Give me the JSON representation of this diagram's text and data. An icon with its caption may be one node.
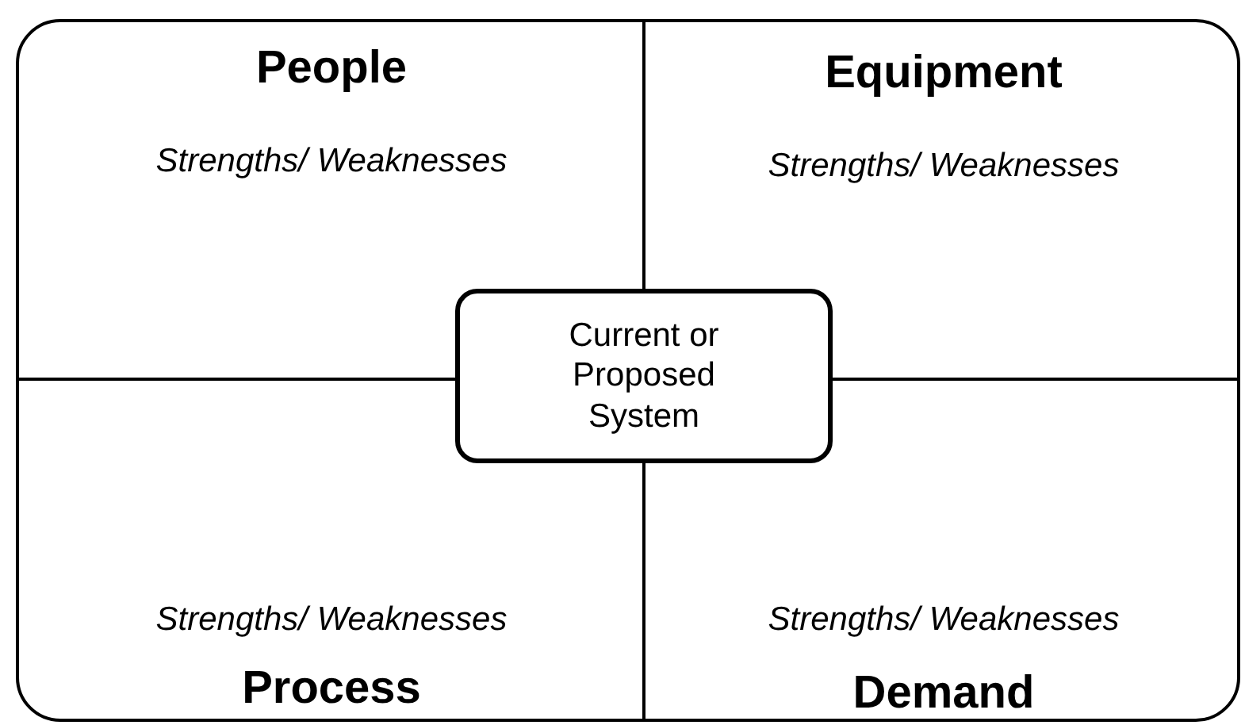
{
  "diagram": {
    "nodes": [
      {
        "text": [],
        "shape": "box"
      },
      {
        "text": [
          "People",
          "Strengths/ Weaknesses"
        ],
        "in": 0
      },
      {
        "text": [
          "Equipment",
          "Strengths/ Weaknesses"
        ],
        "in": 0
      },
      {
        "text": [
          "Current or Proposed System"
        ],
        "in": 0
      },
      {
        "text": [
          "Strengths/ Weaknesses",
          "Process"
        ],
        "in": 0
      },
      {
        "text": [
          "Strengths/ Weaknesses",
          "Demand"
        ],
        "in": 0
      }
    ]
  }
}
